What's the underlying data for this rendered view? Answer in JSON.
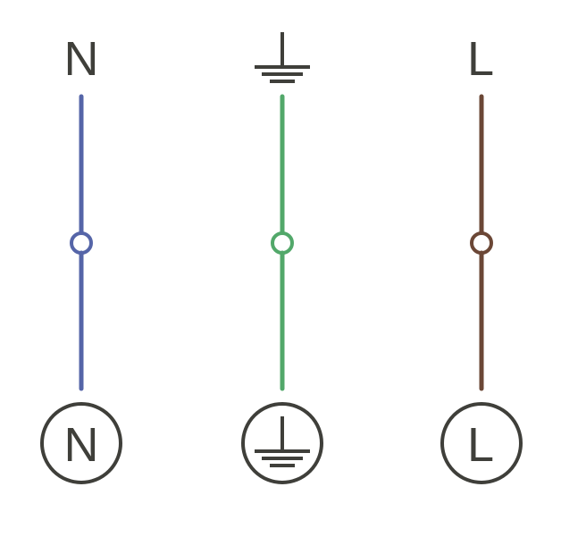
{
  "diagram": {
    "background": "#ffffff",
    "symbol_color": "#3f3f3a",
    "columns": [
      {
        "id": "neutral",
        "top_label": "N",
        "bottom_label": "N",
        "wire_color": "#5565a8",
        "symbol": "text"
      },
      {
        "id": "earth",
        "top_label": "",
        "bottom_label": "",
        "wire_color": "#52a86a",
        "symbol": "ground-icon"
      },
      {
        "id": "live",
        "top_label": "L",
        "bottom_label": "L",
        "wire_color": "#6b4736",
        "symbol": "text"
      }
    ]
  }
}
